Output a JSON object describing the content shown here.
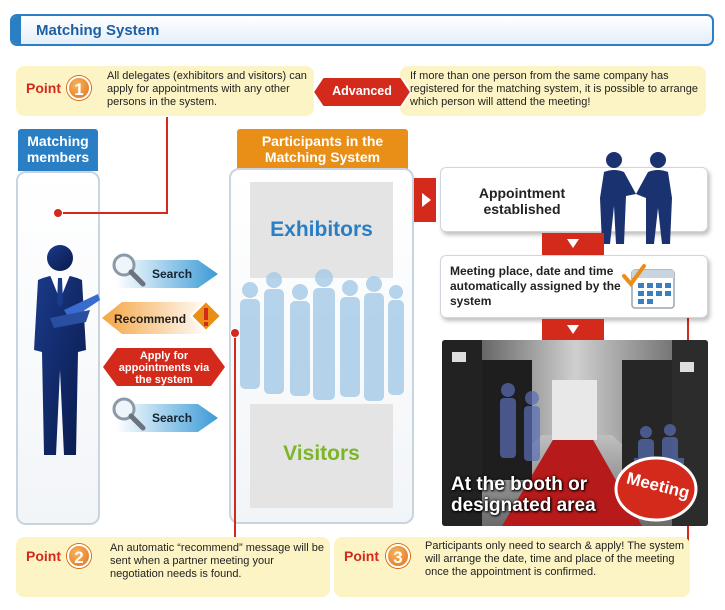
{
  "header": {
    "title": "Matching System"
  },
  "points": [
    {
      "label": "Point",
      "number": "1",
      "text": "All delegates (exhibitors and visitors) can apply for appointments with any other persons in the system."
    },
    {
      "label": "Point",
      "number": "2",
      "text": "An automatic “recommend” message will be sent when a partner meeting your negotiation needs is found."
    },
    {
      "label": "Point",
      "number": "3",
      "text": "Participants only need to search & apply! The system will arrange the date, time and place of the meeting once the appointment is confirmed."
    }
  ],
  "advanced": {
    "label": "Advanced",
    "text": "If more than one person from the same company has registered for the matching system, it is possible to arrange which person will attend the meeting!"
  },
  "matching_members": {
    "title": "Matching members"
  },
  "participants": {
    "title": "Participants in the Matching System",
    "exhibitors": "Exhibitors",
    "visitors": "Visitors"
  },
  "arrows": {
    "search_top": "Search",
    "recommend": "Recommend",
    "apply": "Apply for appointments via the system",
    "search_bottom": "Search"
  },
  "steps": {
    "appointment": "Appointment established",
    "meeting_place": "Meeting place, date and time automatically assigned by the system",
    "booth": "At the booth or designated area",
    "meeting_badge": "Meeting"
  },
  "colors": {
    "accent_blue": "#2a7fc4",
    "orange": "#e98f18",
    "red": "#d42a1c",
    "point_bg": "#fcf4c4",
    "green": "#7cb628"
  }
}
